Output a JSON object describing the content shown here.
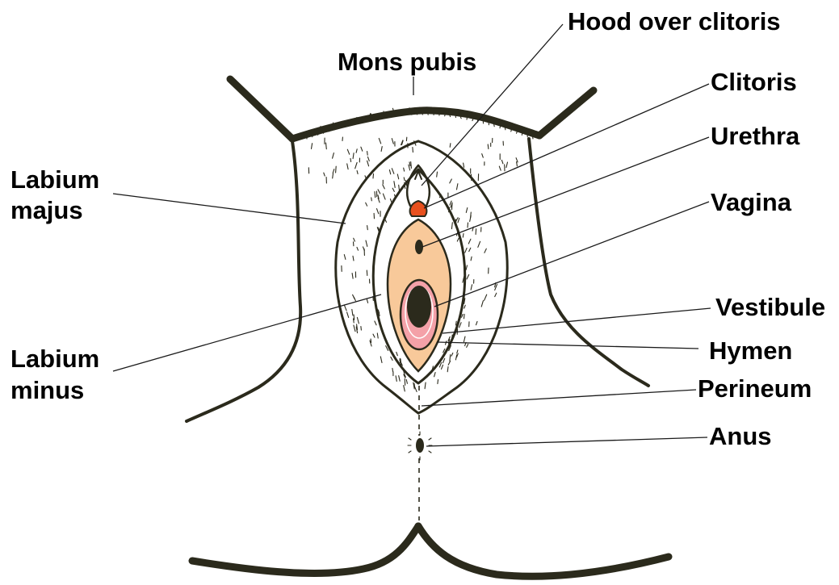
{
  "labels": {
    "hood": "Hood over clitoris",
    "mons": "Mons pubis",
    "clitoris": "Clitoris",
    "urethra": "Urethra",
    "vagina": "Vagina",
    "labium_majus_1": "Labium",
    "labium_majus_2": "majus",
    "vestibule": "Vestibule",
    "hymen": "Hymen",
    "labium_minus_1": "Labium",
    "labium_minus_2": "minus",
    "perineum": "Perineum",
    "anus": "Anus"
  },
  "colors": {
    "outline": "#2b2a1c",
    "vestibule_fill": "#f8c99a",
    "clitoris_fill": "#e8501e",
    "hymen_fill": "#f4a1a8",
    "opening_fill": "#2b2a1c",
    "background": "#ffffff"
  }
}
